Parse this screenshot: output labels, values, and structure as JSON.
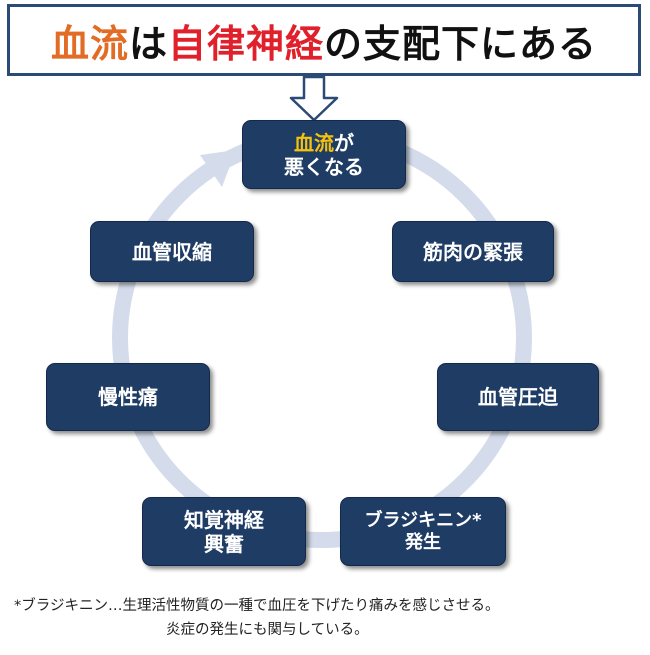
{
  "title": {
    "part1": "血流",
    "part2": "は",
    "part3": "自律神経",
    "part4": "の支配下にある"
  },
  "nodes": {
    "top": {
      "highlight": "血流",
      "line1_rest": "が",
      "line2": "悪くなる"
    },
    "right1": {
      "label": "筋肉の緊張"
    },
    "right2": {
      "label": "血管圧迫"
    },
    "right3": {
      "line1": "ブラジキニン*",
      "line2": "発生"
    },
    "left3": {
      "line1": "知覚神経",
      "line2": "興奮"
    },
    "left2": {
      "label": "慢性痛"
    },
    "left1": {
      "label": "血管収縮"
    }
  },
  "footnote": {
    "line1": "*ブラジキニン…生理活性物質の一種で血圧を下げたり痛みを感じさせる。",
    "line2": "炎症の発生にも関与している。"
  },
  "colors": {
    "node_fill": "#1f3c65",
    "title_border": "#2b4a75",
    "title_orange": "#e26b25",
    "title_red": "#e0202a",
    "highlight_yellow": "#f4c20d",
    "cycle_ring": "#d4dceb"
  }
}
